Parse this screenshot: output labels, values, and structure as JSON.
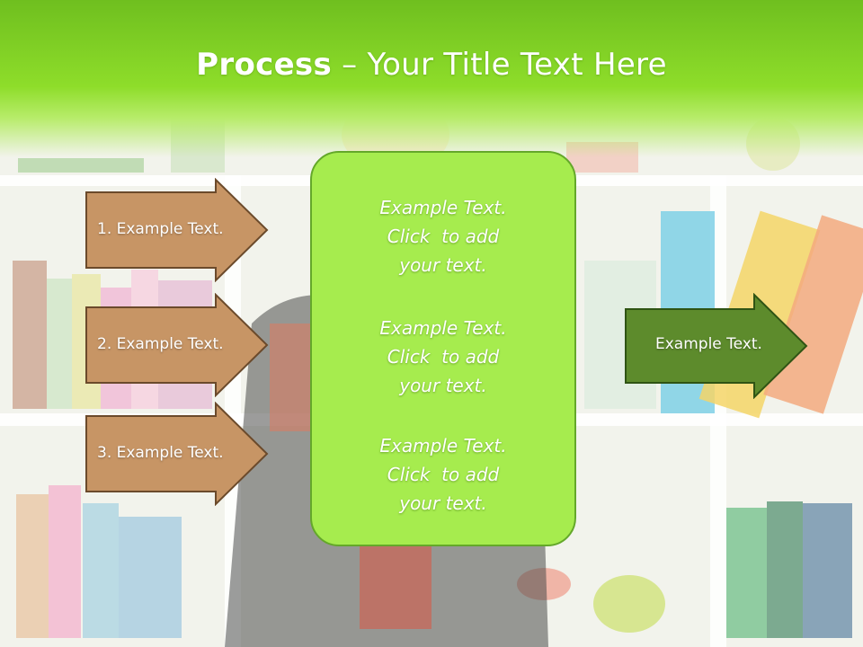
{
  "title": {
    "strong": "Process",
    "rest": " – Your Title Text Here"
  },
  "left_steps": [
    {
      "label": "1. Example Text."
    },
    {
      "label": "2. Example Text."
    },
    {
      "label": "3. Example Text."
    }
  ],
  "center": {
    "blocks": [
      {
        "line1": "Example Text.",
        "line2": "Click  to add",
        "line3": "your text."
      },
      {
        "line1": "Example Text.",
        "line2": "Click  to add",
        "line3": "your text."
      },
      {
        "line1": "Example Text.",
        "line2": "Click  to add",
        "line3": "your text."
      }
    ]
  },
  "output": {
    "label": "Example Text."
  },
  "colors": {
    "step_arrow": "#c79565",
    "step_arrow_border": "#6b4a2b",
    "output_arrow": "#5d8b2c",
    "output_arrow_border": "#2f5414",
    "center_box": "#a6ec4e",
    "title_band": "#8edd2a"
  }
}
